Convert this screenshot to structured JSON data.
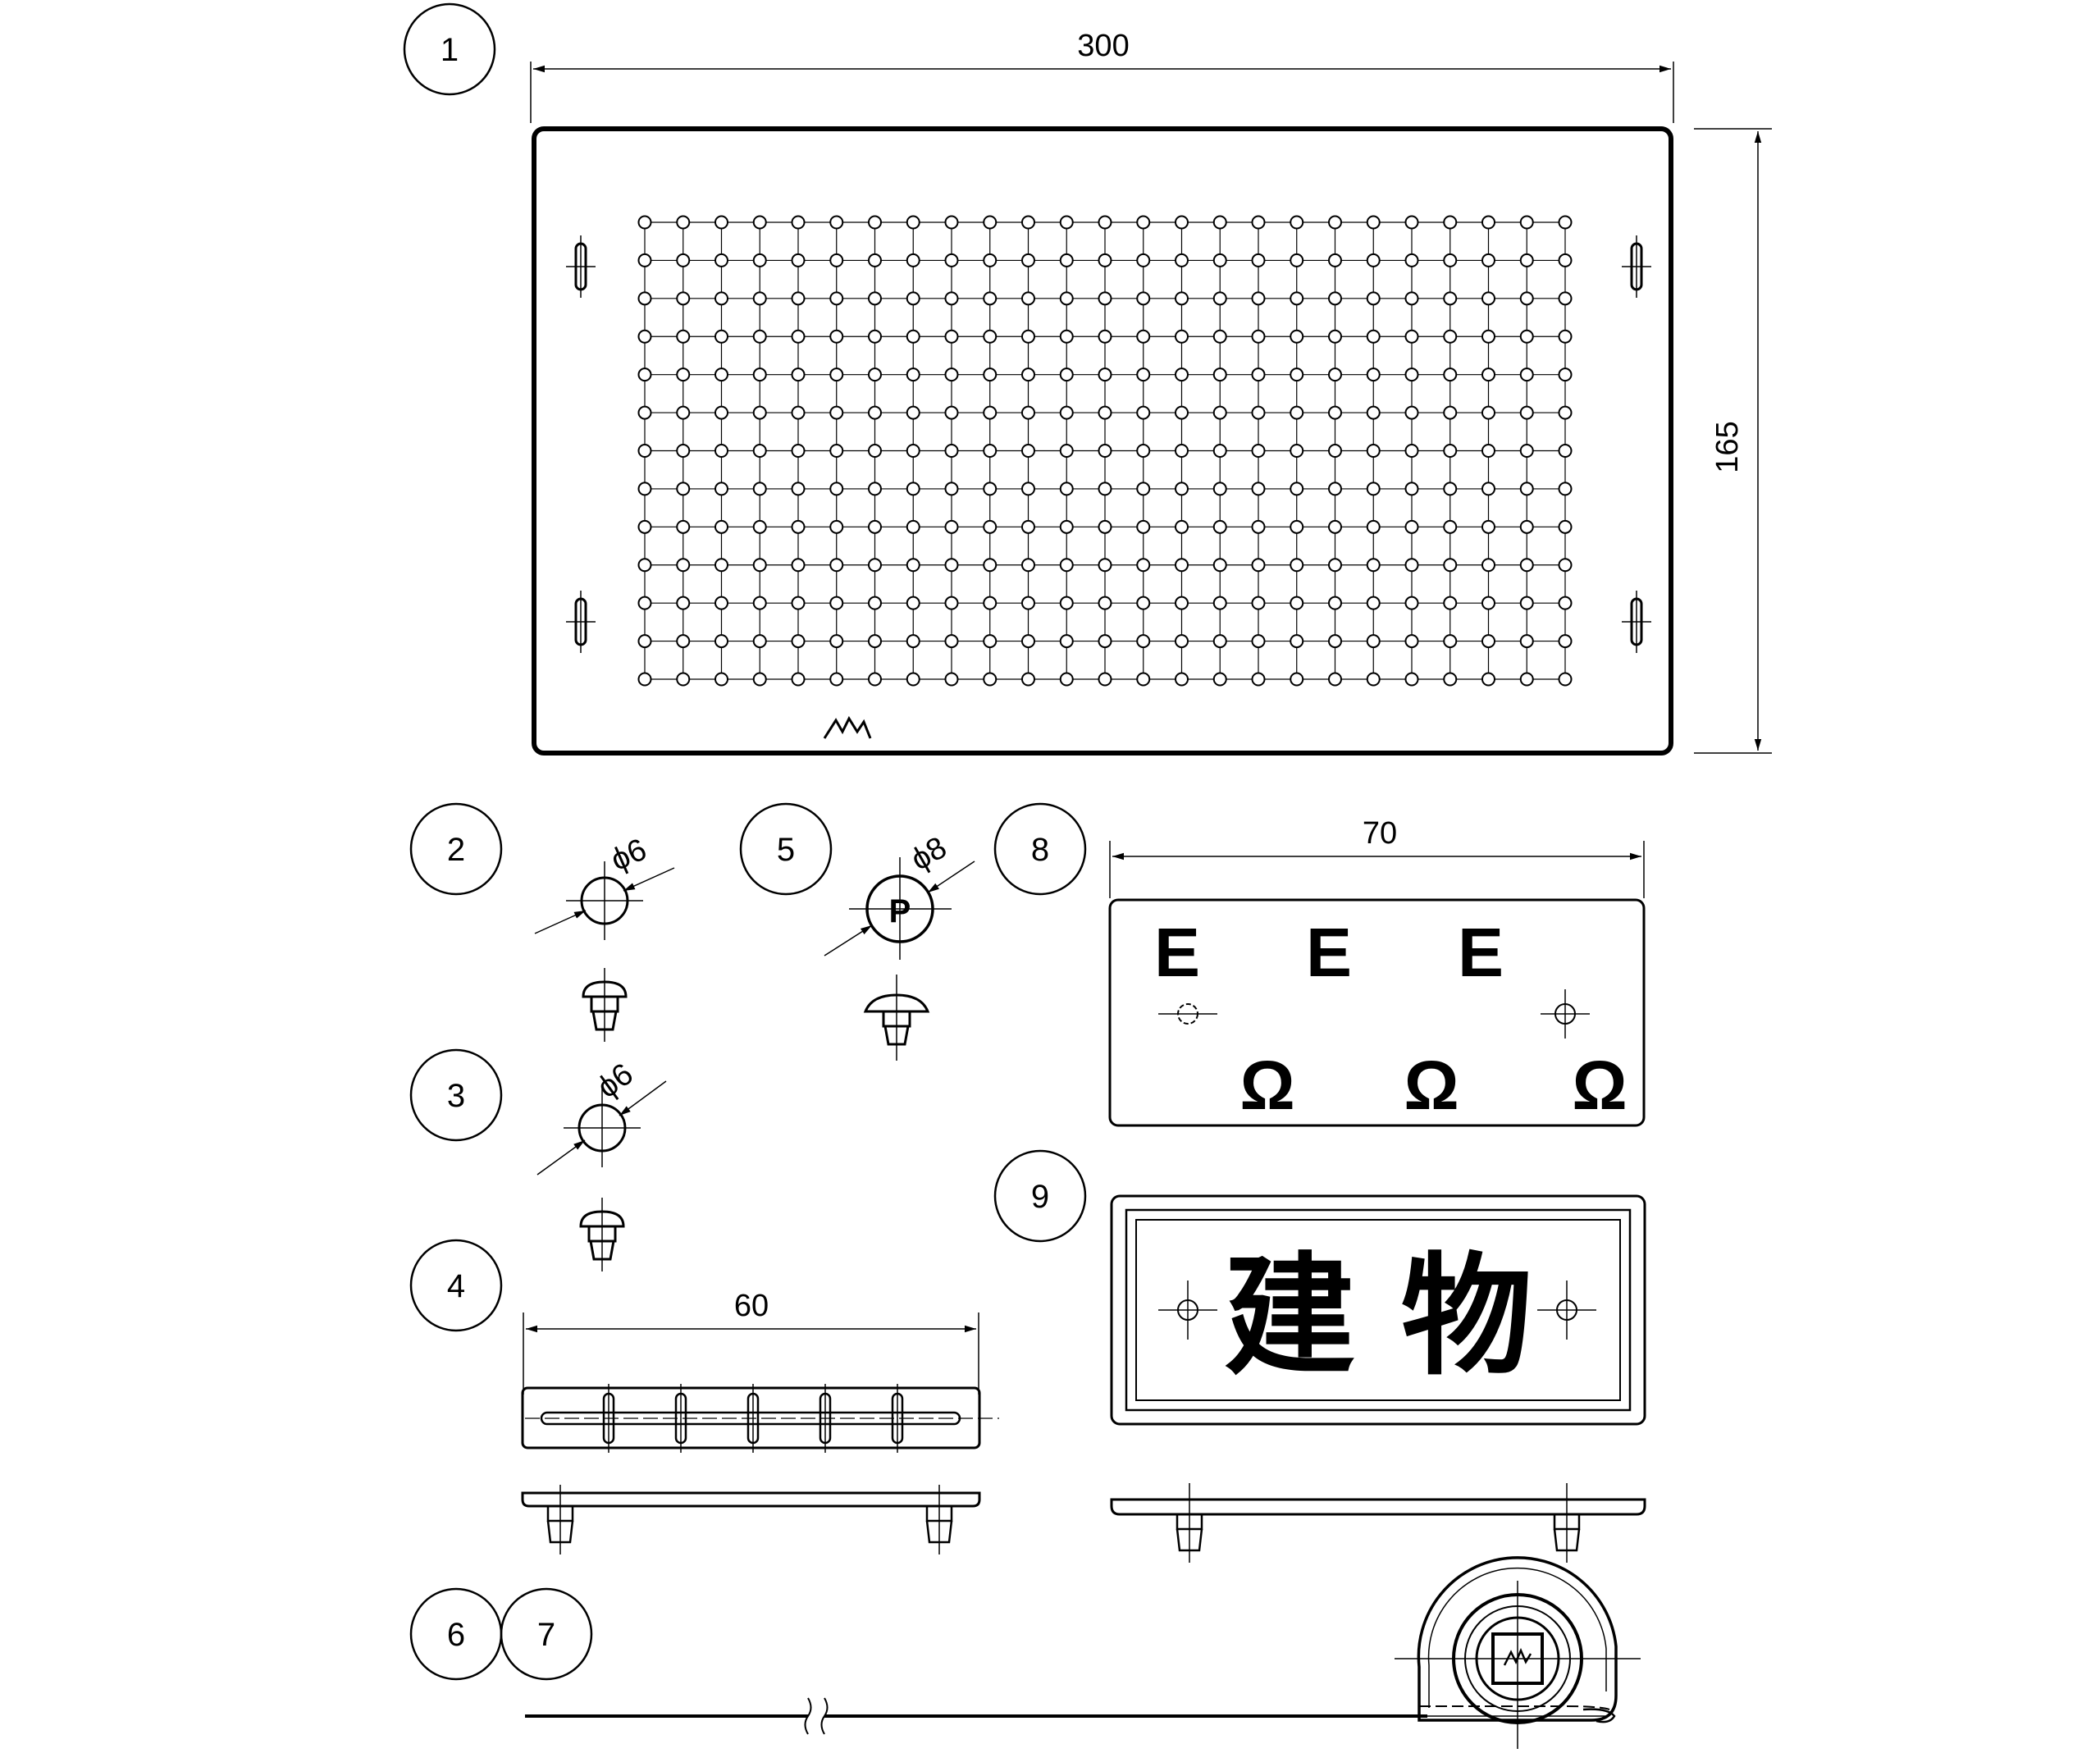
{
  "callouts": [
    "1",
    "2",
    "3",
    "4",
    "5",
    "6",
    "7",
    "8",
    "9"
  ],
  "dimensions": {
    "panel_width": "300",
    "panel_height": "165",
    "strip_length": "60",
    "sign_length": "70",
    "diameter_small_2": "ϕ6",
    "diameter_small_3": "ϕ6",
    "diameter_large": "ϕ8"
  },
  "pin_letter": "P",
  "sign_8": {
    "top_letters": [
      "E",
      "E",
      "E"
    ],
    "bottom_symbols": [
      "Ω",
      "Ω",
      "Ω"
    ]
  },
  "sign_9": {
    "text": "建 物"
  },
  "panel_grid": {
    "columns": 25,
    "rows": 13
  },
  "icons": [
    "maker-logo-icon",
    "crosshair-icon",
    "tape-measure-icon"
  ]
}
